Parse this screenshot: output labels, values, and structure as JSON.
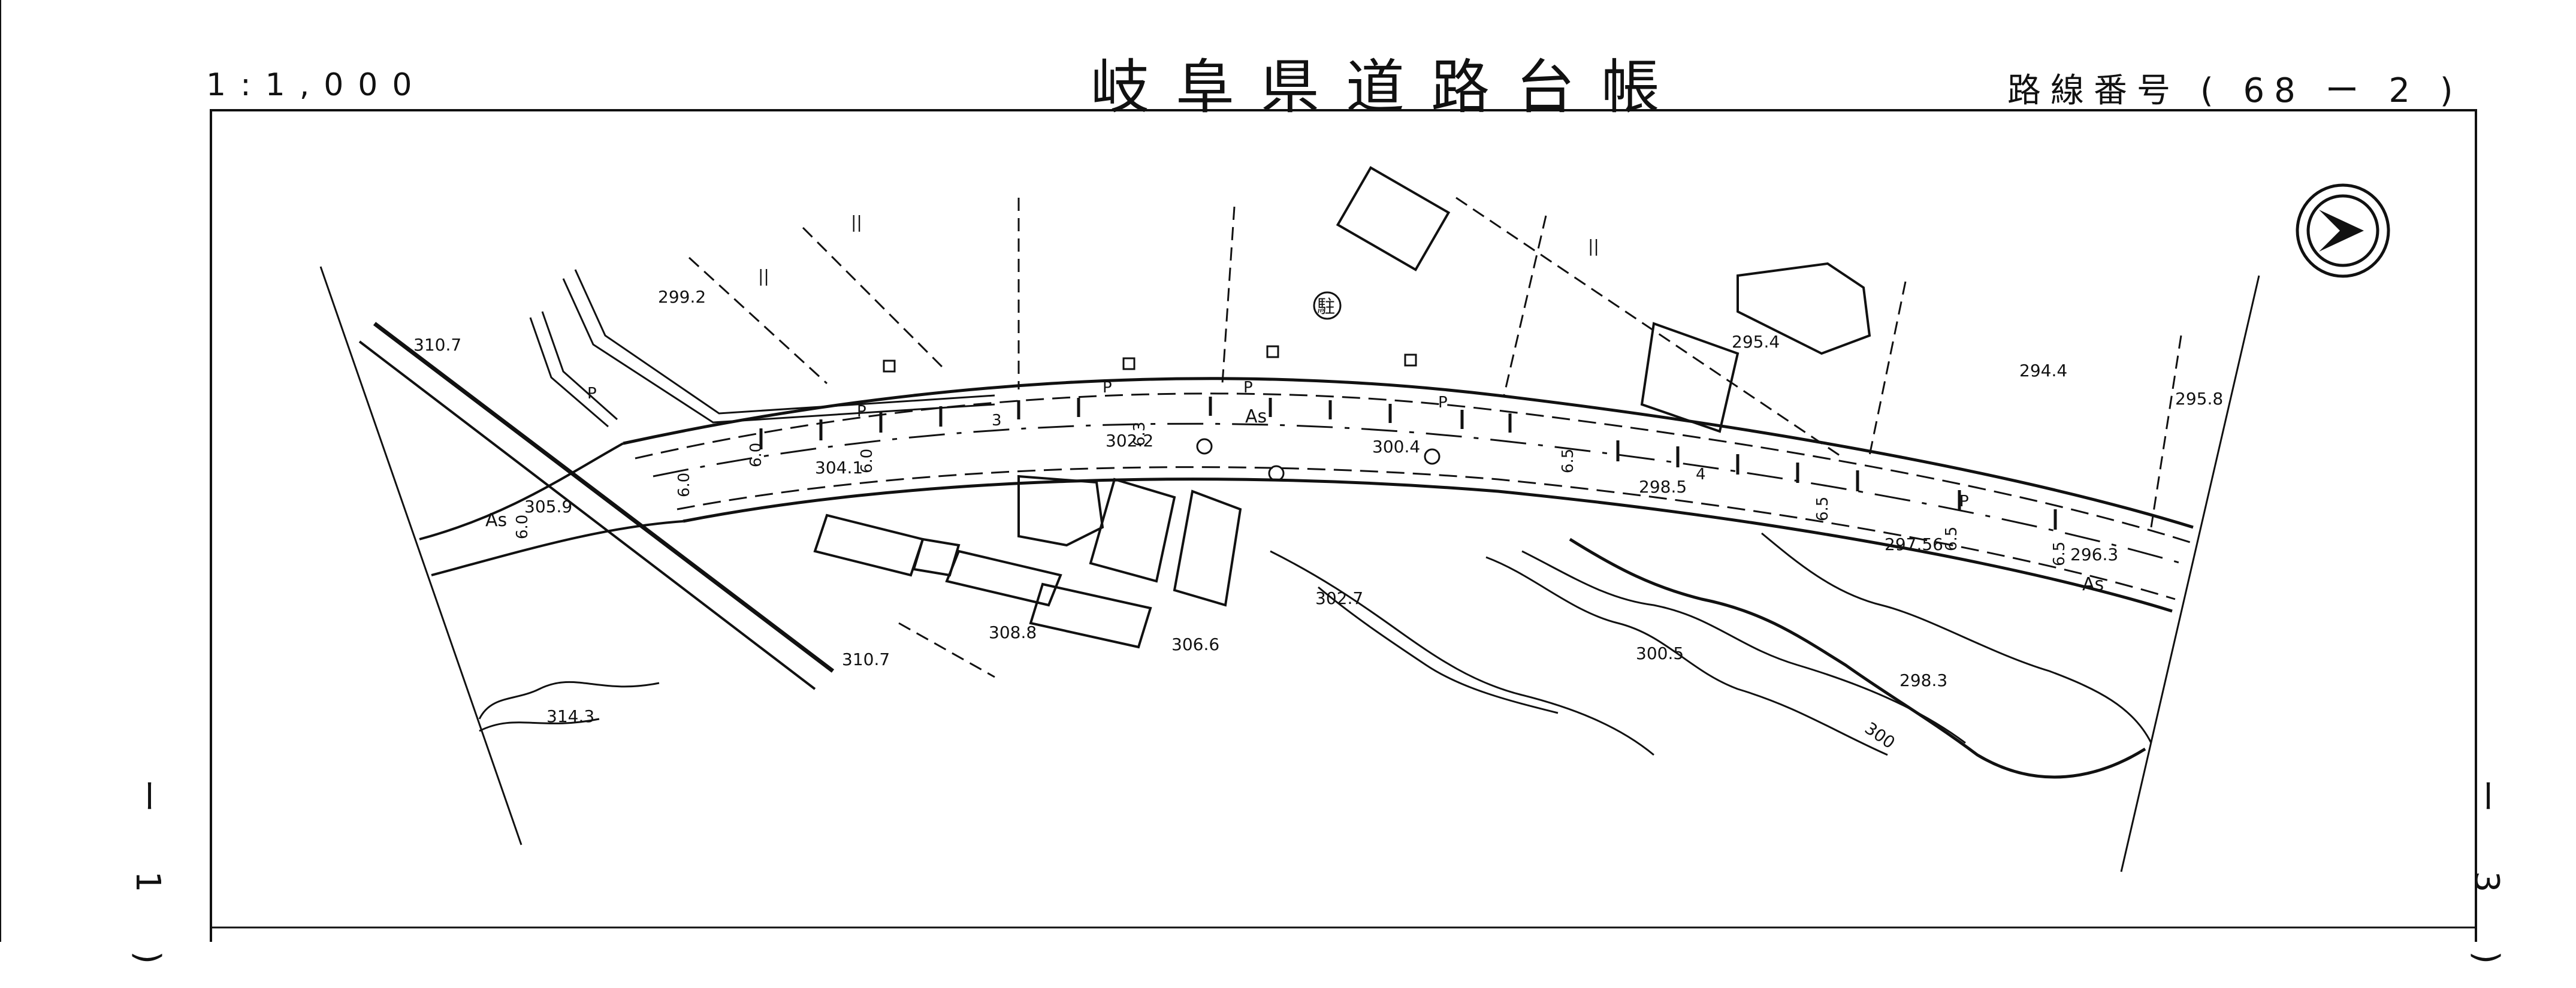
{
  "header": {
    "scale": "1:1,000",
    "title": "岐阜県道路台帳",
    "route_label": "路線番号",
    "route_number": "68 ー 2"
  },
  "side_labels": {
    "left": "ー 1 )",
    "right": "ー 3 )"
  },
  "spot_heights": {
    "h3107a": "310.7",
    "h2992": "299.2",
    "h3059": "305.9",
    "h3041": "304.1",
    "h3022": "302.2",
    "h3004": "300.4",
    "h2985": "298.5",
    "h29756": "297.56",
    "h2963": "296.3",
    "h2954": "295.4",
    "h2944": "294.4",
    "h2958": "295.8",
    "h3027": "302.7",
    "h3005": "300.5",
    "h2983": "298.3",
    "h3088": "308.8",
    "h3066": "306.6",
    "h3107b": "310.7",
    "h3143": "314.3",
    "c300": "300"
  },
  "surface_labels": {
    "as1": "As",
    "as2": "As",
    "as3": "As"
  },
  "road_marks": {
    "p1": "P",
    "p2": "P",
    "p3": "P",
    "p4": "P",
    "p5": "P",
    "p6": "P",
    "w1": "6.0",
    "w2": "6.0",
    "w3": "6.0",
    "w4": "6.0",
    "w5": "6.5",
    "w6": "6.5",
    "w7": "6.5",
    "w8": "6.5",
    "n3": "3",
    "n4": "4",
    "n63": "6.3"
  },
  "map_symbols": {
    "parking": "駐",
    "river_mark": "||"
  },
  "colors": {
    "line": "#111111",
    "background": "#ffffff"
  },
  "icons": {
    "north_arrow": "north-arrow-icon"
  }
}
